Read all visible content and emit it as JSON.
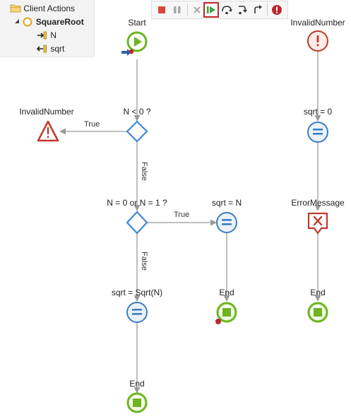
{
  "tree": {
    "root": "Client Actions",
    "action": "SquareRoot",
    "params": [
      "N",
      "sqrt"
    ]
  },
  "toolbar": {
    "buttons": [
      {
        "icon": "stop-icon",
        "color": "#d9463d"
      },
      {
        "icon": "pause-icon",
        "color": "#a8a8a8"
      },
      {
        "icon": "abort-icon",
        "color": "#a8a8a8"
      },
      {
        "icon": "continue-icon",
        "color": "#3aa33a",
        "active": true
      },
      {
        "icon": "step-over-icon",
        "color": "#333333"
      },
      {
        "icon": "step-into-icon",
        "color": "#333333"
      },
      {
        "icon": "step-out-icon",
        "color": "#333333"
      },
      {
        "icon": "break-on-exceptions-icon",
        "color": "#c0262d"
      }
    ]
  },
  "flow": {
    "start": "Start",
    "if1": "N < 0 ?",
    "invalid": "InvalidNumber",
    "true1": "True",
    "false1": "False",
    "if2": "N = 0 or N = 1 ?",
    "true2": "True",
    "false2": "False",
    "assignN": "sqrt = N",
    "assignSqrt": "sqrt = Sqrt(N)",
    "end1": "End",
    "end2": "End",
    "handler": "InvalidNumber",
    "assign0": "sqrt = 0",
    "errmsg": "ErrorMessage",
    "end3": "End"
  },
  "colors": {
    "line": "#9a9a9a",
    "decision": "#3b8ad6",
    "assign": "#3b7ec2",
    "end": "#6cb51e",
    "error": "#c0392b",
    "highlight": "#c0262d"
  }
}
